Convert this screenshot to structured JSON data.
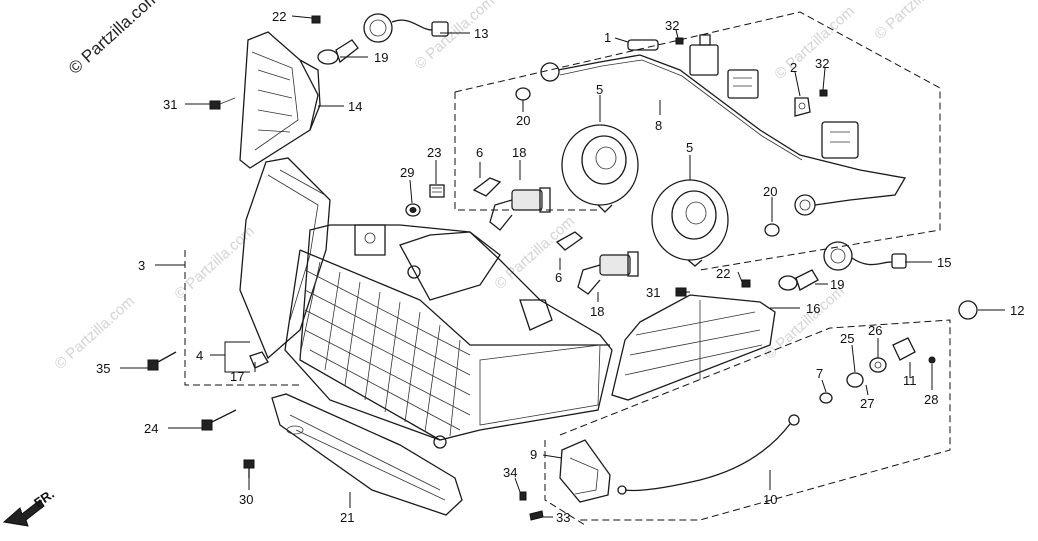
{
  "copyright": "© Partzilla.com",
  "watermark": "© Partzilla.com",
  "direction_marker": "FR.",
  "callouts": {
    "c1": "1",
    "c2": "2",
    "c3": "3",
    "c4": "4",
    "c5a": "5",
    "c5b": "5",
    "c6a": "6",
    "c6b": "6",
    "c7": "7",
    "c8": "8",
    "c9": "9",
    "c10": "10",
    "c11": "11",
    "c12": "12",
    "c13": "13",
    "c14": "14",
    "c15": "15",
    "c16": "16",
    "c17": "17",
    "c18a": "18",
    "c18b": "18",
    "c19a": "19",
    "c19b": "19",
    "c20a": "20",
    "c20b": "20",
    "c21": "21",
    "c22a": "22",
    "c22b": "22",
    "c23": "23",
    "c24": "24",
    "c25": "25",
    "c26": "26",
    "c27": "27",
    "c28": "28",
    "c29": "29",
    "c30": "30",
    "c31a": "31",
    "c31b": "31",
    "c32a": "32",
    "c32b": "32",
    "c33": "33",
    "c34": "34",
    "c35": "35"
  }
}
